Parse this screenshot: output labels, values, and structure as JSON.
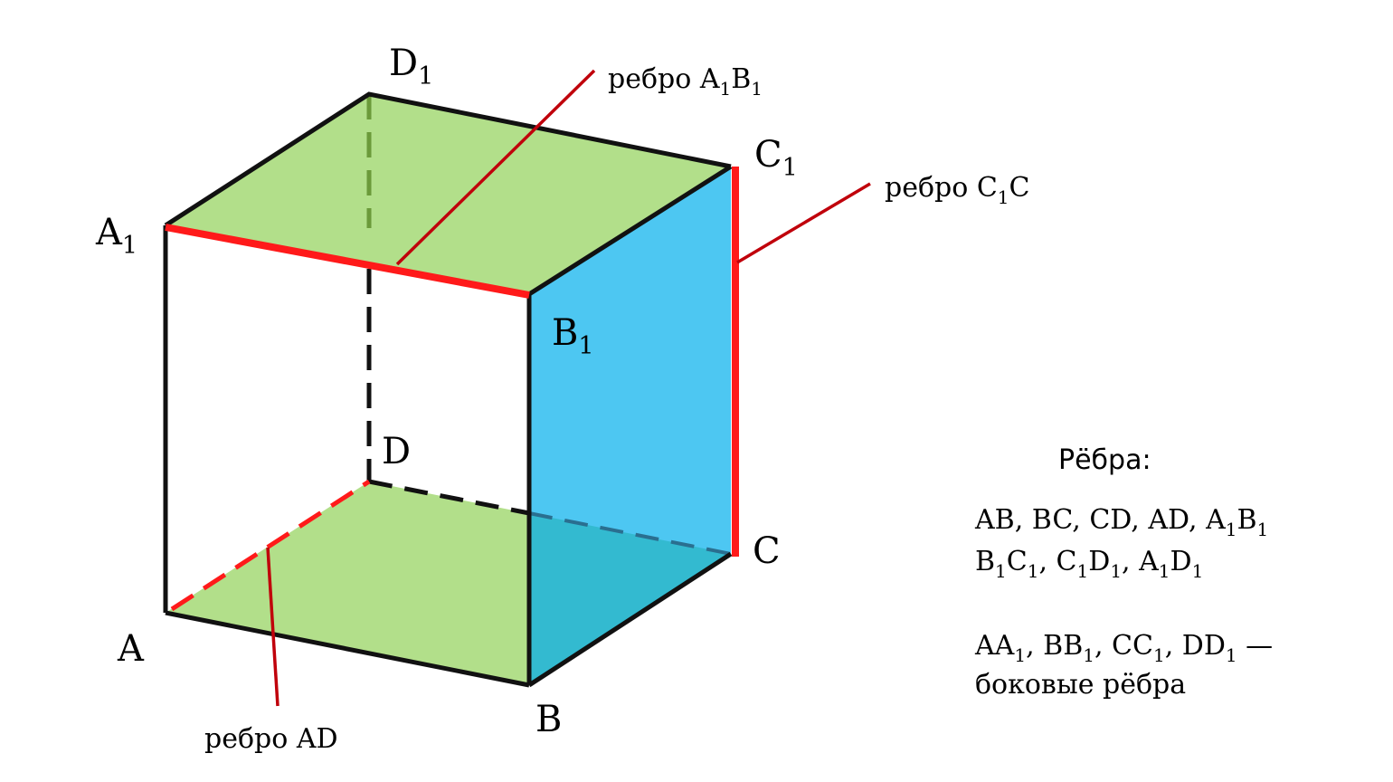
{
  "vertices": {
    "A": {
      "letter": "A",
      "sub": ""
    },
    "B": {
      "letter": "B",
      "sub": ""
    },
    "C": {
      "letter": "C",
      "sub": ""
    },
    "D": {
      "letter": "D",
      "sub": ""
    },
    "A1": {
      "letter": "A",
      "sub": "1"
    },
    "B1": {
      "letter": "B",
      "sub": "1"
    },
    "C1": {
      "letter": "C",
      "sub": "1"
    },
    "D1": {
      "letter": "D",
      "sub": "1"
    }
  },
  "callouts": {
    "a1b1": {
      "prefix": "ребро ",
      "parts": [
        {
          "t": "A"
        },
        {
          "t": "1",
          "sub": true
        },
        {
          "t": "B"
        },
        {
          "t": "1",
          "sub": true
        }
      ]
    },
    "c1c": {
      "prefix": "ребро ",
      "parts": [
        {
          "t": "C"
        },
        {
          "t": "1",
          "sub": true
        },
        {
          "t": "C"
        }
      ]
    },
    "ad": {
      "prefix": "ребро ",
      "parts": [
        {
          "t": "AD"
        }
      ]
    }
  },
  "legend": {
    "title": "Рёбра:",
    "base_line1": [
      {
        "t": "AB, BC, CD, AD, A"
      },
      {
        "t": "1",
        "sub": true
      },
      {
        "t": "B"
      },
      {
        "t": "1",
        "sub": true
      }
    ],
    "base_line2": [
      {
        "t": "B"
      },
      {
        "t": "1",
        "sub": true
      },
      {
        "t": "C"
      },
      {
        "t": "1",
        "sub": true
      },
      {
        "t": ", C"
      },
      {
        "t": "1",
        "sub": true
      },
      {
        "t": "D"
      },
      {
        "t": "1",
        "sub": true
      },
      {
        "t": ", A"
      },
      {
        "t": "1",
        "sub": true
      },
      {
        "t": "D"
      },
      {
        "t": "1",
        "sub": true
      }
    ],
    "lateral_line1": [
      {
        "t": "AA"
      },
      {
        "t": "1",
        "sub": true
      },
      {
        "t": ", BB"
      },
      {
        "t": "1",
        "sub": true
      },
      {
        "t": ", CC"
      },
      {
        "t": "1",
        "sub": true
      },
      {
        "t": ", DD"
      },
      {
        "t": "1",
        "sub": true
      },
      {
        "t": " —"
      }
    ],
    "lateral_line2": [
      {
        "t": "боковые рёбра"
      }
    ]
  },
  "colors": {
    "face_green": "#b2df8a",
    "face_blue": "#4dc7f2",
    "face_blue_dark": "#33bad0",
    "edge": "#111111",
    "hidden_edge_top": "#6b9a3a",
    "highlight": "#ff1a1a",
    "leader": "#c0000b"
  }
}
